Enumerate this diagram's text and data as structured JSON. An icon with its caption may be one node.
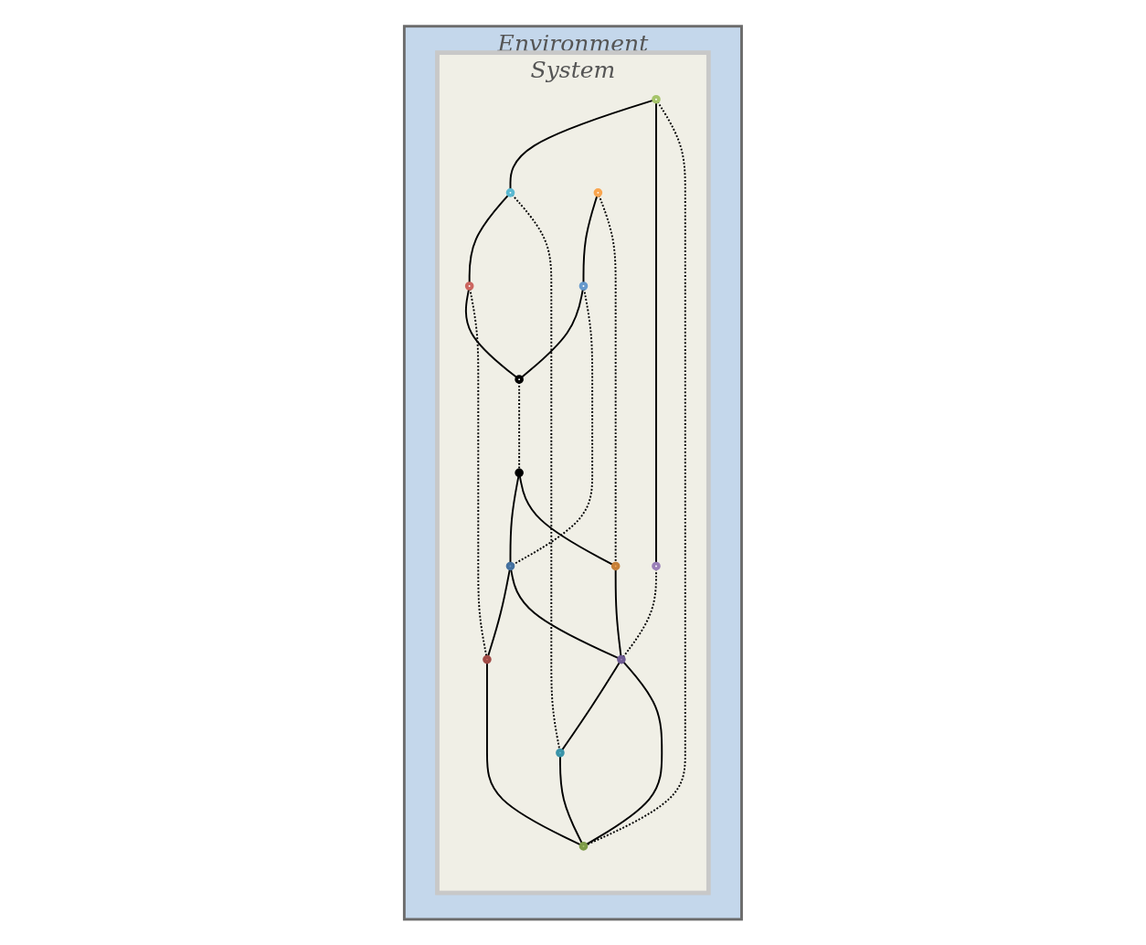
{
  "diagram": {
    "nodes": [
      {
        "text": [
          "Environment"
        ]
      },
      {
        "text": [
          "System"
        ],
        "in": 0
      },
      {
        "text": [],
        "shape": "circle",
        "in": 1
      },
      {
        "text": [],
        "shape": "circle",
        "in": 1
      },
      {
        "text": [],
        "shape": "circle",
        "in": 1
      },
      {
        "text": [],
        "shape": "circle",
        "in": 1
      },
      {
        "text": [],
        "shape": "circle",
        "in": 1
      },
      {
        "text": [],
        "shape": "circle",
        "in": 1
      },
      {
        "text": [],
        "shape": "circle",
        "in": 1
      },
      {
        "text": [],
        "shape": "circle",
        "in": 1
      },
      {
        "text": [],
        "shape": "circle",
        "in": 1
      },
      {
        "text": [],
        "shape": "circle",
        "in": 1
      },
      {
        "text": [],
        "shape": "circle",
        "in": 1
      },
      {
        "text": [],
        "shape": "circle",
        "in": 1
      },
      {
        "text": [],
        "shape": "circle",
        "in": 1
      },
      {
        "text": [],
        "shape": "circle",
        "in": 1
      }
    ],
    "edges": [
      {
        "from": 2,
        "to": 6,
        "arrow": "none"
      },
      {
        "from": 2,
        "to": 7,
        "arrow": "none"
      },
      {
        "from": 3,
        "to": 4,
        "arrow": "none"
      },
      {
        "from": 6,
        "to": 5,
        "arrow": "none"
      },
      {
        "from": 5,
        "to": 8,
        "arrow": "none"
      },
      {
        "from": 4,
        "to": 8,
        "arrow": "none"
      },
      {
        "from": 3,
        "to": 13,
        "arrow": "none",
        "style": "dashed"
      },
      {
        "from": 2,
        "to": 15,
        "arrow": "none",
        "style": "dashed"
      },
      {
        "from": 4,
        "to": 9,
        "arrow": "none",
        "style": "dashed"
      },
      {
        "from": 6,
        "to": 11,
        "arrow": "none",
        "style": "dashed"
      },
      {
        "from": 5,
        "to": 12,
        "arrow": "none",
        "style": "dashed"
      },
      {
        "from": 7,
        "to": 14,
        "arrow": "none",
        "style": "dashed"
      },
      {
        "from": 8,
        "to": 10,
        "arrow": "none",
        "style": "dashed"
      },
      {
        "from": 10,
        "to": 9,
        "arrow": "none"
      },
      {
        "from": 10,
        "to": 13,
        "arrow": "none"
      },
      {
        "from": 9,
        "to": 12,
        "arrow": "none"
      },
      {
        "from": 9,
        "to": 14,
        "arrow": "none"
      },
      {
        "from": 13,
        "to": 14,
        "arrow": "none"
      },
      {
        "from": 14,
        "to": 11,
        "arrow": "none"
      },
      {
        "from": 14,
        "to": 15,
        "arrow": "none"
      },
      {
        "from": 12,
        "to": 15,
        "arrow": "none"
      },
      {
        "from": 11,
        "to": 15,
        "arrow": "none"
      }
    ]
  }
}
